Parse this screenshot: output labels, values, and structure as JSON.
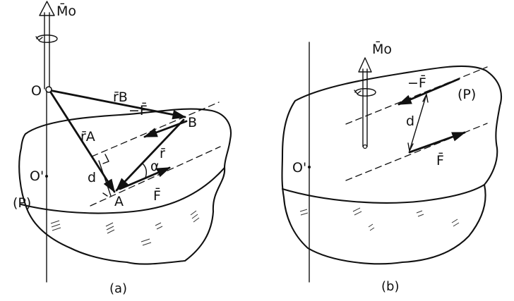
{
  "panel_a": {
    "moment": "M̄o",
    "origin": "O",
    "origin_prime": "O'",
    "plane": "(P)",
    "point_a": "A",
    "point_b": "B",
    "r_b": "r̄B",
    "r_a": "r̄A",
    "r": "r̄",
    "minus_f": "−F̄",
    "f": "F̄",
    "d": "d",
    "alpha": "α",
    "caption": "(a)"
  },
  "panel_b": {
    "moment": "M̄o",
    "origin_prime": "O'",
    "plane": "(P)",
    "minus_f": "−F̄",
    "f": "F̄",
    "d": "d",
    "caption": "(b)"
  }
}
